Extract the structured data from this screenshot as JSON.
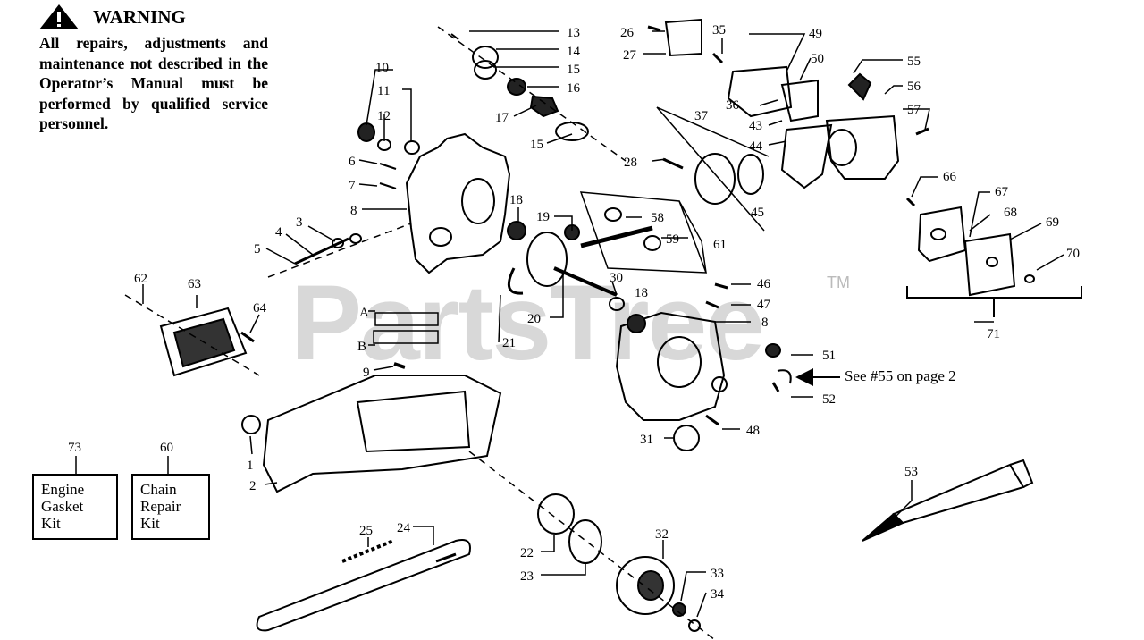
{
  "warning": {
    "title": "WARNING",
    "body": "All repairs, adjustments and maintenance not described in the Operator’s Manual must be performed by qualified service personnel."
  },
  "watermark": {
    "text": "PartsTree",
    "tm": "TM"
  },
  "note": "See #55 on page 2",
  "kits": [
    {
      "number": "73",
      "label": "Engine\nGasket\nKit"
    },
    {
      "number": "60",
      "label": "Chain\nRepair\nKit"
    }
  ],
  "callouts": {
    "c13": "13",
    "c14": "14",
    "c15": "15",
    "c16": "16",
    "c17": "17",
    "c18a": "18",
    "c18b": "18",
    "c10": "10",
    "c11": "11",
    "c12": "12",
    "c6": "6",
    "c7": "7",
    "c8a": "8",
    "c8b": "8",
    "c3": "3",
    "c4": "4",
    "c5": "5",
    "c19": "19",
    "c20": "20",
    "c21": "21",
    "c30": "30",
    "c58": "58",
    "c59": "59",
    "c61": "61",
    "c26": "26",
    "c27": "27",
    "c35": "35",
    "c49": "49",
    "c50": "50",
    "c36": "36",
    "c43": "43",
    "c44": "44",
    "c37": "37",
    "c28": "28",
    "c45": "45",
    "c55": "55",
    "c56": "56",
    "c57": "57",
    "c66": "66",
    "c67": "67",
    "c68": "68",
    "c69": "69",
    "c70": "70",
    "c71": "71",
    "c62": "62",
    "c63": "63",
    "c64": "64",
    "cA": "A",
    "cB": "B",
    "c9": "9",
    "c1": "1",
    "c2": "2",
    "c46": "46",
    "c47": "47",
    "c51": "51",
    "c52": "52",
    "c48": "48",
    "c31": "31",
    "c53": "53",
    "c25": "25",
    "c24": "24",
    "c22": "22",
    "c23": "23",
    "c32": "32",
    "c33": "33",
    "c34": "34"
  }
}
